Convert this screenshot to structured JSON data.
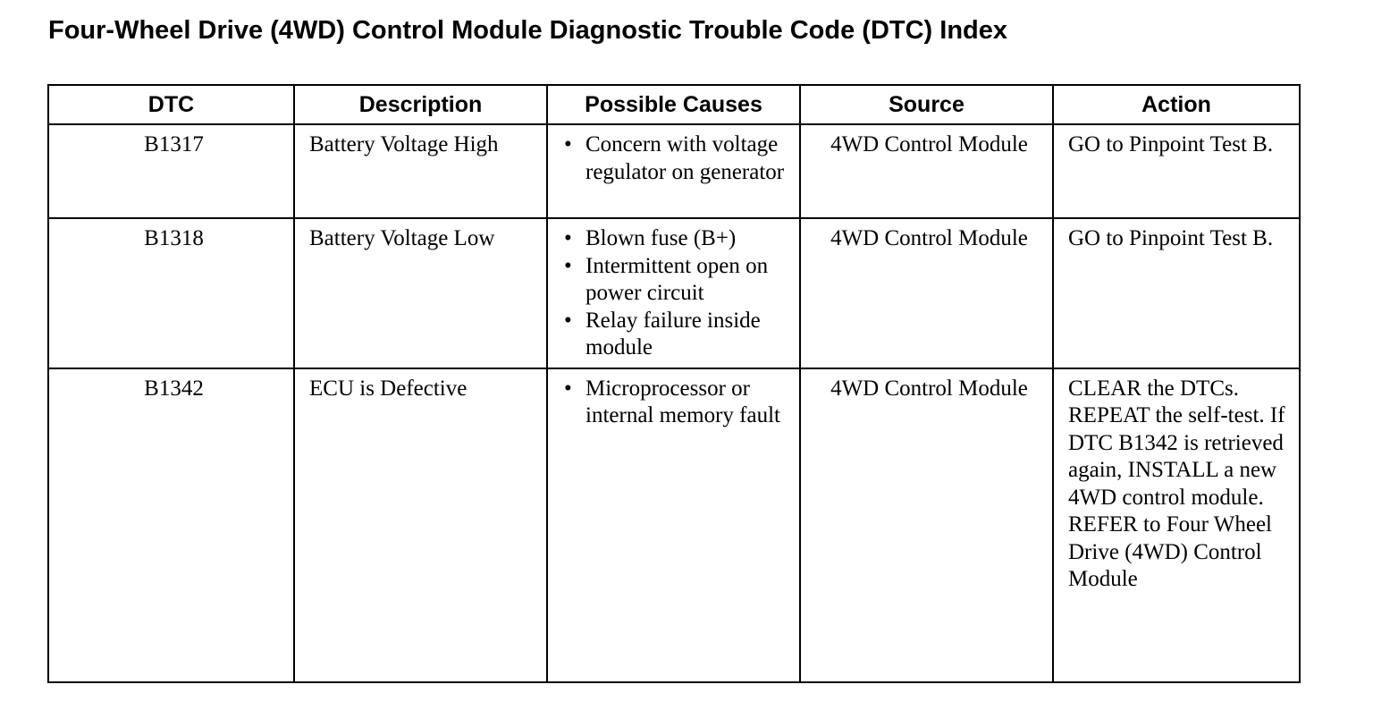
{
  "title": "Four-Wheel Drive (4WD) Control Module Diagnostic Trouble Code (DTC) Index",
  "table": {
    "headers": [
      "DTC",
      "Description",
      "Possible Causes",
      "Source",
      "Action"
    ],
    "rows": [
      {
        "dtc": "B1317",
        "description": "Battery Voltage High",
        "causes": [
          "Concern with voltage regulator on generator"
        ],
        "source": "4WD Control Module",
        "action": "GO to Pinpoint Test B."
      },
      {
        "dtc": "B1318",
        "description": "Battery Voltage Low",
        "causes": [
          "Blown fuse (B+)",
          "Intermittent open on power circuit",
          "Relay failure inside module"
        ],
        "source": "4WD Control Module",
        "action": "GO to Pinpoint Test B."
      },
      {
        "dtc": "B1342",
        "description": "ECU is Defective",
        "causes": [
          "Microprocessor or internal memory fault"
        ],
        "source": "4WD Control Module",
        "action": "CLEAR the DTCs. REPEAT the self-test. If DTC B1342 is retrieved again, INSTALL a new 4WD control module. REFER to Four Wheel Drive (4WD) Control Module"
      }
    ]
  }
}
